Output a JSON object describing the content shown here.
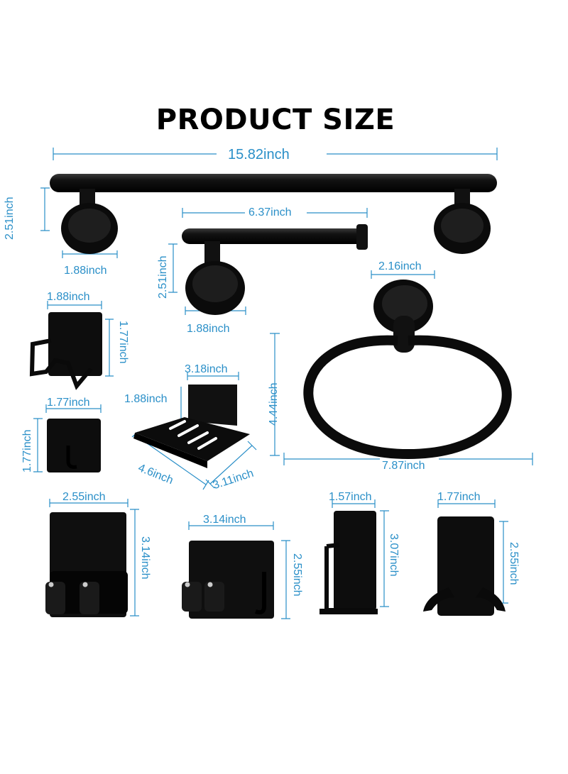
{
  "title": "PRODUCT SIZE",
  "colors": {
    "dimension": "#2a8fc8",
    "product": "#0a0a0a",
    "text": "#000000"
  },
  "dimensions": {
    "towel_bar_length": "15.82inch",
    "towel_bar_height": "2.51inch",
    "towel_bar_base": "1.88inch",
    "paper_holder_length": "6.37inch",
    "paper_holder_height": "2.51inch",
    "paper_holder_base": "1.88inch",
    "ring_base": "2.16inch",
    "ring_height": "4.44inch",
    "ring_width": "7.87inch",
    "rack_width": "1.88inch",
    "rack_height": "1.77inch",
    "hook_width": "1.77inch",
    "hook_height": "1.77inch",
    "soap_back": "3.18inch",
    "soap_height": "1.88inch",
    "soap_length": "4.6inch",
    "soap_depth": "3.11inch",
    "mop1_width": "2.55inch",
    "mop1_height": "3.14inch",
    "mop2_width": "3.14inch",
    "mop2_height": "2.55inch",
    "cup_width": "1.57inch",
    "cup_height": "3.07inch",
    "double_hook_width": "1.77inch",
    "double_hook_height": "2.55inch"
  }
}
